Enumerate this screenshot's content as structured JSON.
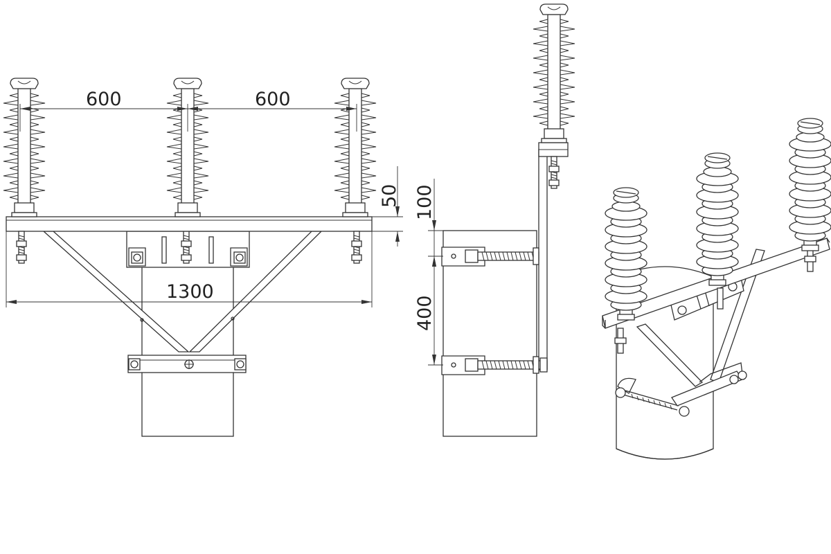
{
  "drawing": {
    "views": [
      "front-view",
      "side-view",
      "isometric-view"
    ],
    "dimensions": {
      "spacing_left": "600",
      "spacing_right": "600",
      "insulator_offset": "50",
      "top_offset": "100",
      "bracket_spacing": "400",
      "crossarm_width": "1300"
    }
  }
}
